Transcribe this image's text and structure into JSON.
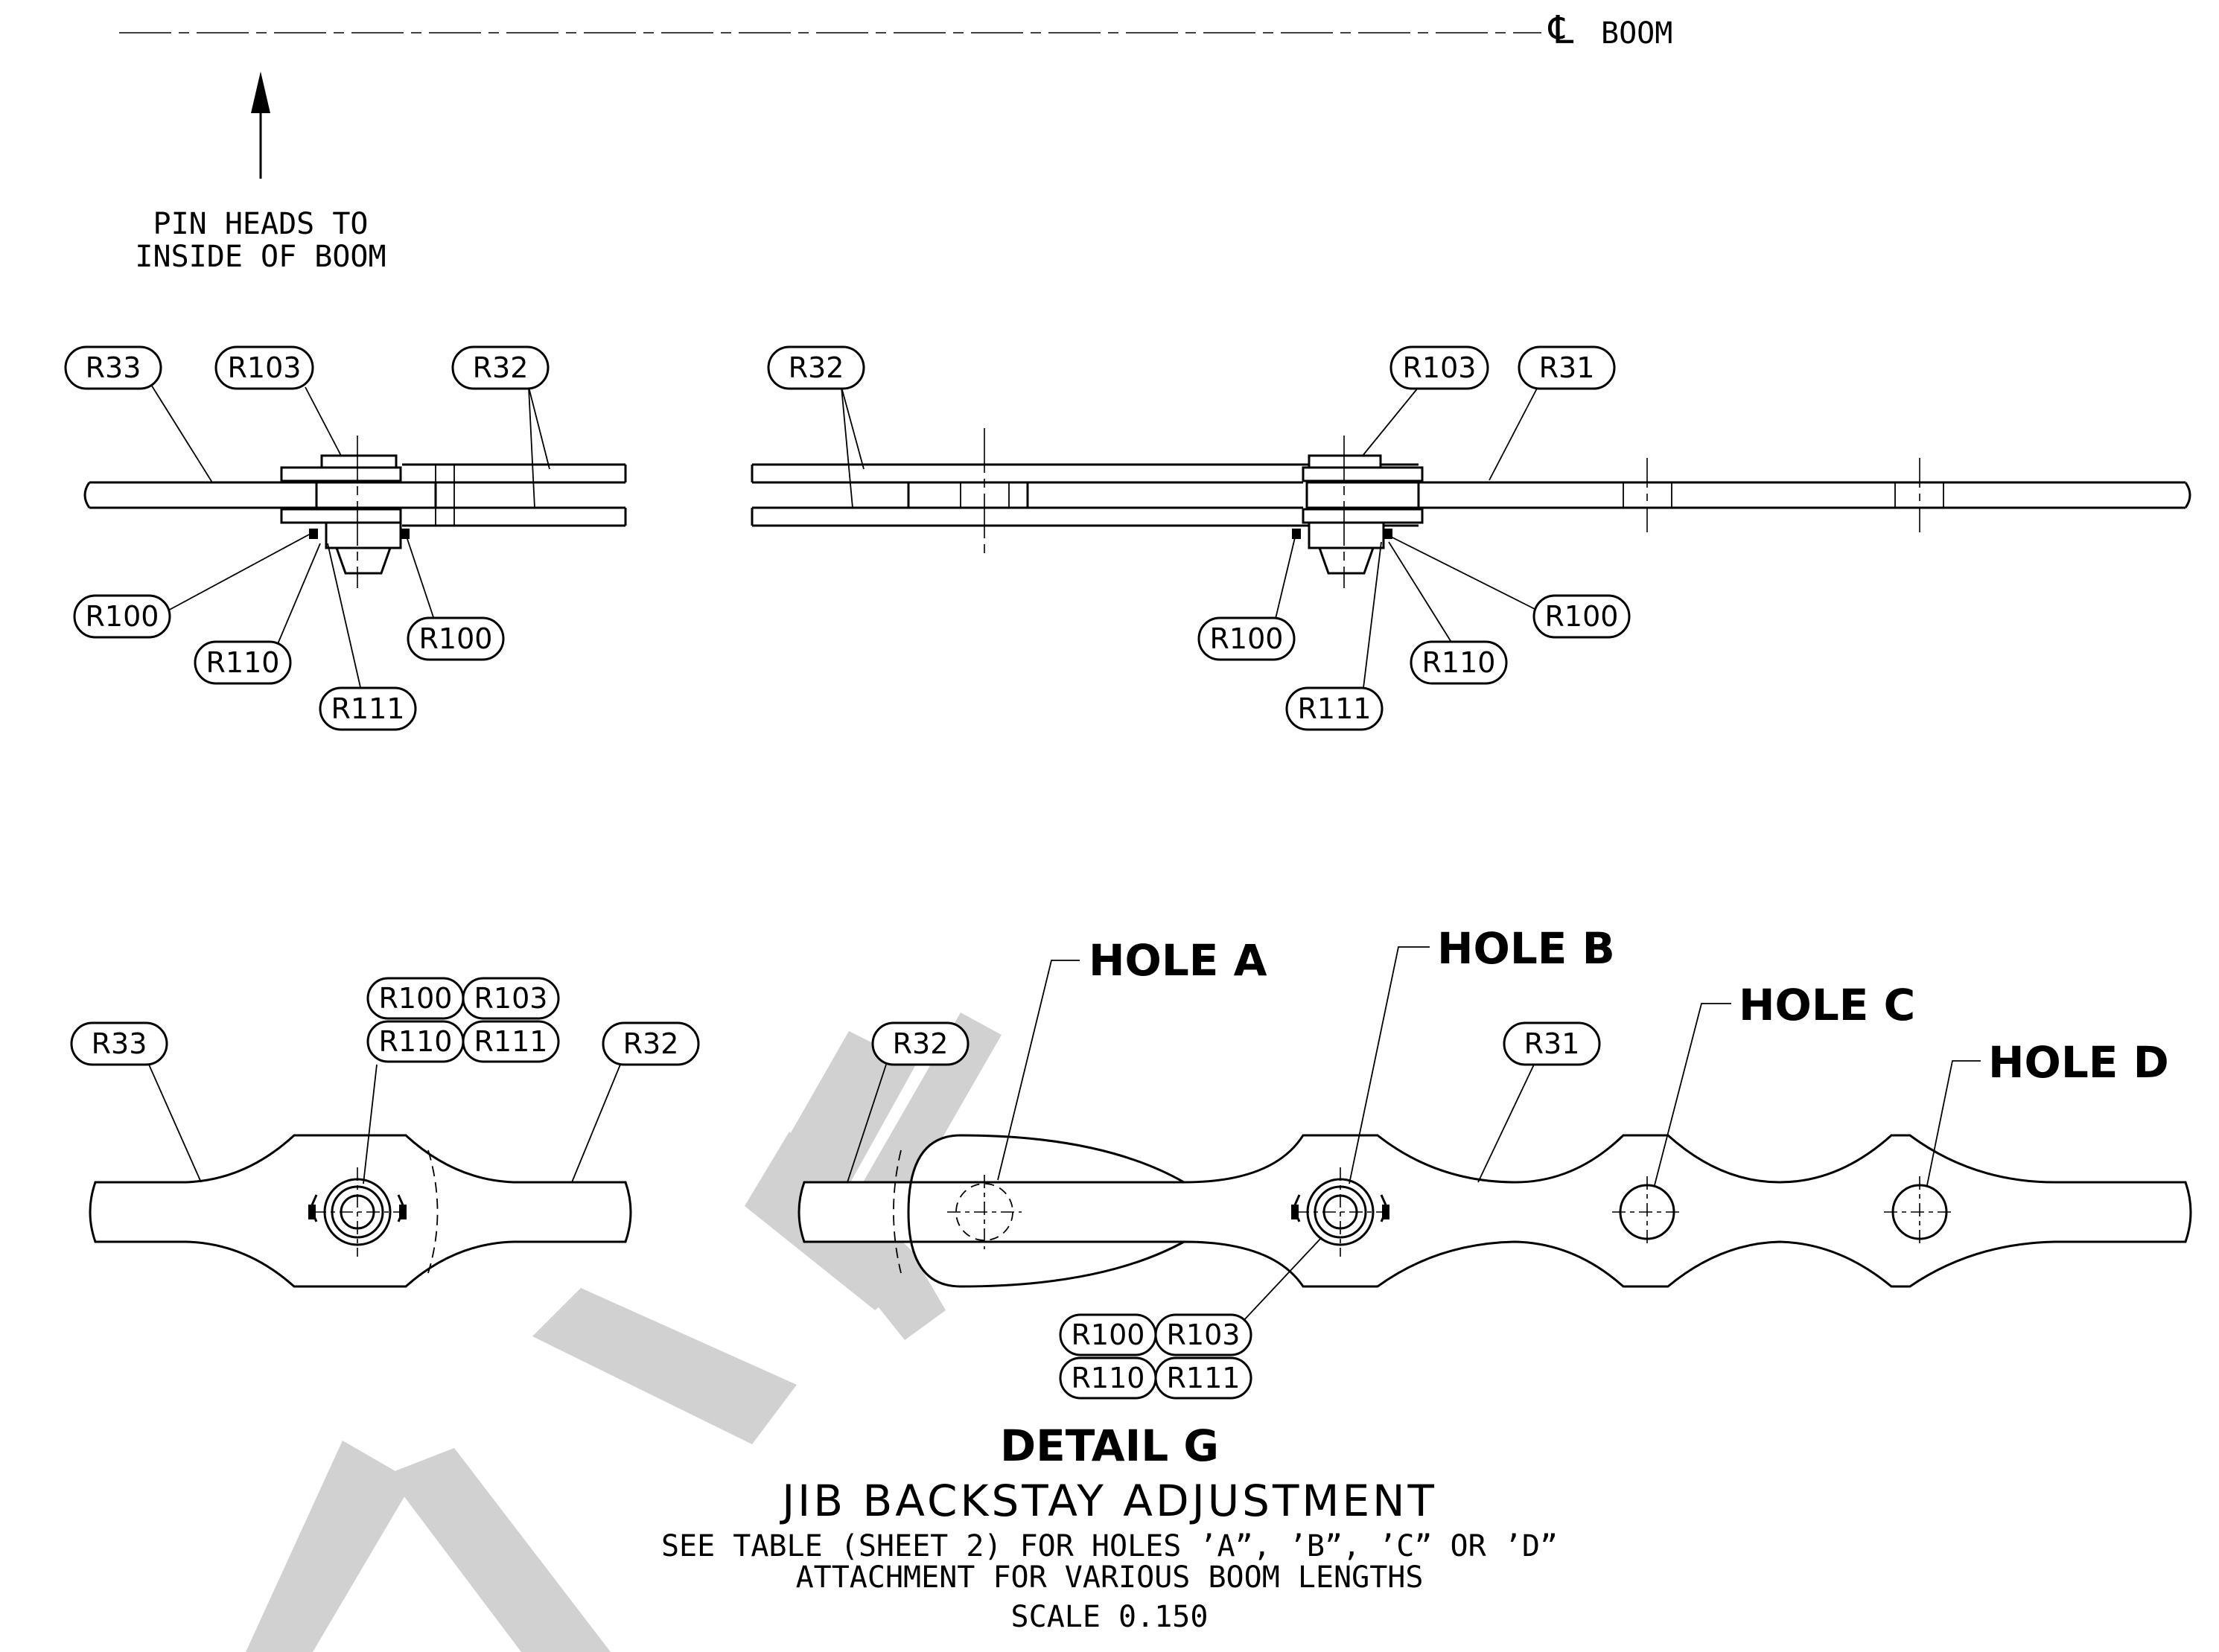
{
  "centerline": {
    "symbol": "℄",
    "label": "BOOM"
  },
  "arrow_note": {
    "line1": "PIN HEADS TO",
    "line2": "INSIDE OF BOOM"
  },
  "top_left": {
    "r33": "R33",
    "r103": "R103",
    "r32": "R32",
    "r100_left": "R100",
    "r110": "R110",
    "r111": "R111",
    "r100_right": "R100"
  },
  "top_right": {
    "r32": "R32",
    "r103": "R103",
    "r31": "R31",
    "r100_left": "R100",
    "r110": "R110",
    "r111": "R111",
    "r100_right": "R100"
  },
  "bottom_left": {
    "r33": "R33",
    "r32": "R32",
    "r100": "R100",
    "r103": "R103",
    "r110": "R110",
    "r111": "R111"
  },
  "bottom_right": {
    "r32": "R32",
    "r31": "R31",
    "hole_a": "HOLE A",
    "hole_b": "HOLE B",
    "hole_c": "HOLE C",
    "hole_d": "HOLE D",
    "r100": "R100",
    "r103": "R103",
    "r110": "R110",
    "r111": "R111"
  },
  "caption": {
    "detail": "DETAIL G",
    "title": "JIB BACKSTAY ADJUSTMENT",
    "line1": "SEE TABLE (SHEET 2) FOR HOLES ’A”, ’B”, ’C” OR ’D”",
    "line2": "ATTACHMENT FOR VARIOUS BOOM LENGTHS",
    "scale": "SCALE 0.150"
  },
  "watermark": {
    "text": "ONLY!"
  }
}
